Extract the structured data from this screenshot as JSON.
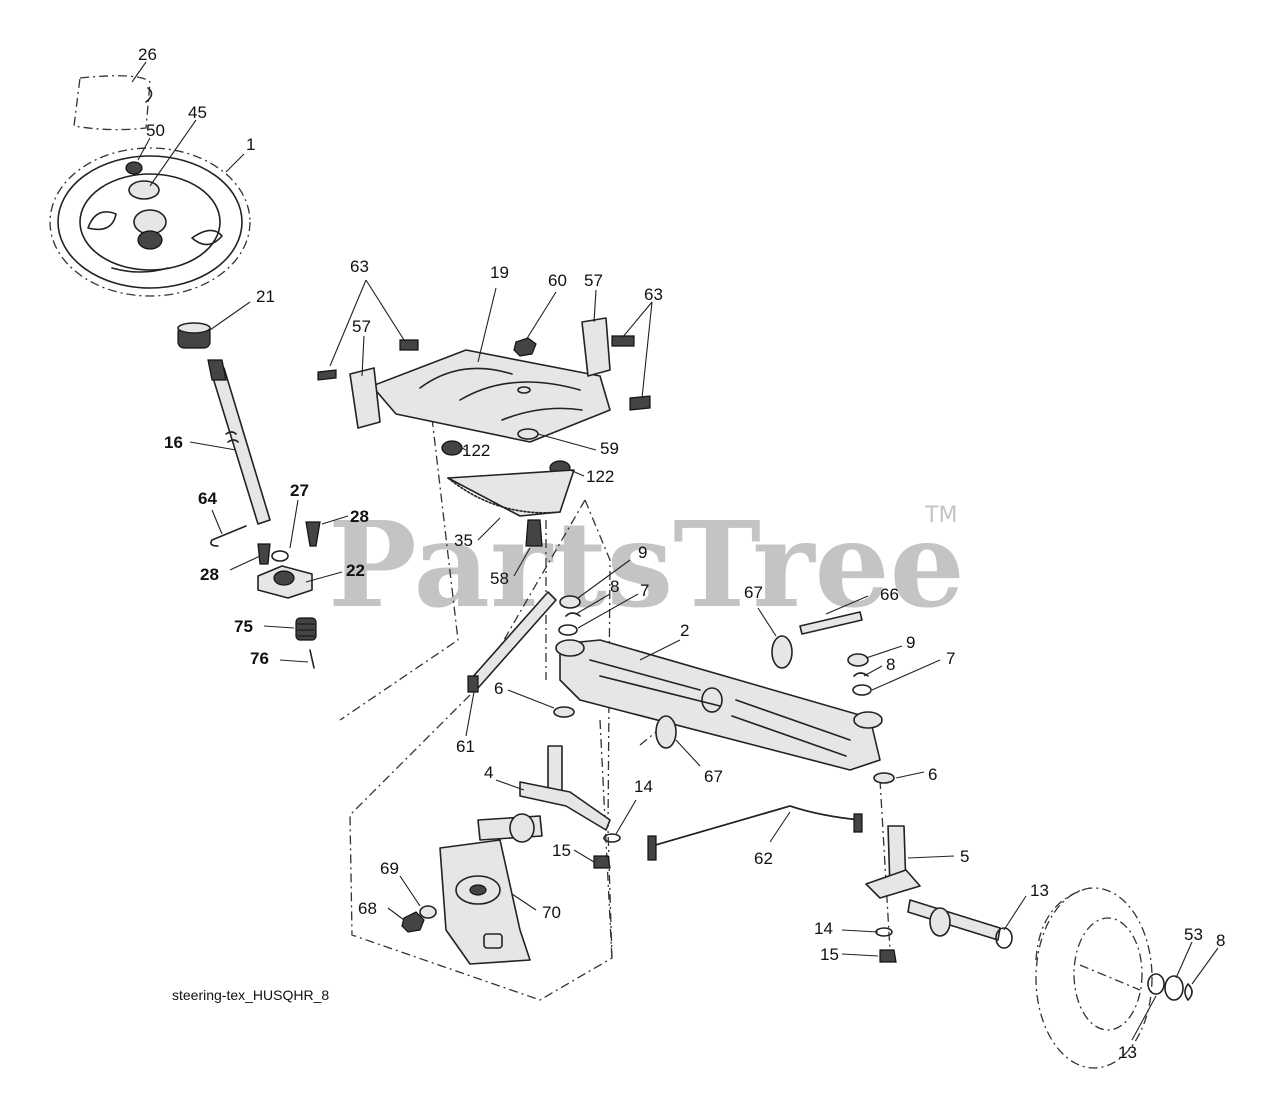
{
  "watermark": {
    "text": "PartsTree",
    "trademark": "TM"
  },
  "caption": "steering-tex_HUSQHR_8",
  "callouts": [
    {
      "key": "c26",
      "text": "26",
      "bold": false
    },
    {
      "key": "c50",
      "text": "50",
      "bold": false
    },
    {
      "key": "c45",
      "text": "45",
      "bold": false
    },
    {
      "key": "c1",
      "text": "1",
      "bold": false
    },
    {
      "key": "c21",
      "text": "21",
      "bold": false
    },
    {
      "key": "c16",
      "text": "16",
      "bold": true
    },
    {
      "key": "c64",
      "text": "64",
      "bold": true
    },
    {
      "key": "c27",
      "text": "27",
      "bold": true
    },
    {
      "key": "c28a",
      "text": "28",
      "bold": true
    },
    {
      "key": "c28b",
      "text": "28",
      "bold": true
    },
    {
      "key": "c22",
      "text": "22",
      "bold": true
    },
    {
      "key": "c75",
      "text": "75",
      "bold": true
    },
    {
      "key": "c76",
      "text": "76",
      "bold": true
    },
    {
      "key": "c63a",
      "text": "63",
      "bold": false
    },
    {
      "key": "c57a",
      "text": "57",
      "bold": false
    },
    {
      "key": "c19",
      "text": "19",
      "bold": false
    },
    {
      "key": "c60",
      "text": "60",
      "bold": false
    },
    {
      "key": "c57b",
      "text": "57",
      "bold": false
    },
    {
      "key": "c63b",
      "text": "63",
      "bold": false
    },
    {
      "key": "c122a",
      "text": "122",
      "bold": false
    },
    {
      "key": "c59",
      "text": "59",
      "bold": false
    },
    {
      "key": "c122b",
      "text": "122",
      "bold": false
    },
    {
      "key": "c35",
      "text": "35",
      "bold": false
    },
    {
      "key": "c58",
      "text": "58",
      "bold": false
    },
    {
      "key": "c9a",
      "text": "9",
      "bold": false
    },
    {
      "key": "c8a",
      "text": "8",
      "bold": false
    },
    {
      "key": "c7a",
      "text": "7",
      "bold": false
    },
    {
      "key": "c67a",
      "text": "67",
      "bold": false
    },
    {
      "key": "c66",
      "text": "66",
      "bold": false
    },
    {
      "key": "c2",
      "text": "2",
      "bold": false
    },
    {
      "key": "c9b",
      "text": "9",
      "bold": false
    },
    {
      "key": "c8b",
      "text": "8",
      "bold": false
    },
    {
      "key": "c7b",
      "text": "7",
      "bold": false
    },
    {
      "key": "c6a",
      "text": "6",
      "bold": false
    },
    {
      "key": "c61",
      "text": "61",
      "bold": false
    },
    {
      "key": "c67b",
      "text": "67",
      "bold": false
    },
    {
      "key": "c6b",
      "text": "6",
      "bold": false
    },
    {
      "key": "c4",
      "text": "4",
      "bold": false
    },
    {
      "key": "c14a",
      "text": "14",
      "bold": false
    },
    {
      "key": "c15a",
      "text": "15",
      "bold": false
    },
    {
      "key": "c62",
      "text": "62",
      "bold": false
    },
    {
      "key": "c5",
      "text": "5",
      "bold": false
    },
    {
      "key": "c69",
      "text": "69",
      "bold": false
    },
    {
      "key": "c68",
      "text": "68",
      "bold": false
    },
    {
      "key": "c70",
      "text": "70",
      "bold": false
    },
    {
      "key": "c13a",
      "text": "13",
      "bold": false
    },
    {
      "key": "c14b",
      "text": "14",
      "bold": false
    },
    {
      "key": "c15b",
      "text": "15",
      "bold": false
    },
    {
      "key": "c53",
      "text": "53",
      "bold": false
    },
    {
      "key": "c8c",
      "text": "8",
      "bold": false
    },
    {
      "key": "c13b",
      "text": "13",
      "bold": false
    }
  ]
}
